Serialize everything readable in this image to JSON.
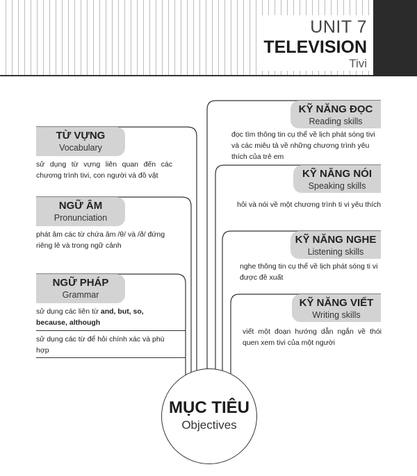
{
  "header": {
    "unit": "UNIT 7",
    "title": "TELEVISION",
    "subtitle": "Tivi"
  },
  "center": {
    "vn": "MỤC TIÊU",
    "en": "Objectives"
  },
  "left": [
    {
      "vn": "TỪ VỰNG",
      "en": "Vocabulary",
      "desc": "sử dụng từ vựng liên quan đến các chương trình tivi, con người và đồ vật"
    },
    {
      "vn": "NGỮ ÂM",
      "en": "Pronunciation",
      "desc": "phát âm các từ chứa âm /θ/ và /ð/ đứng riêng lẻ và trong ngữ cảnh"
    },
    {
      "vn": "NGỮ PHÁP",
      "en": "Grammar",
      "desc1_prefix": "sử dụng các liên từ ",
      "desc1_bold": "and, but, so, because, although",
      "desc2": "sử dụng các từ để hỏi chính xác và phù hợp"
    }
  ],
  "right": [
    {
      "vn": "KỸ NĂNG ĐỌC",
      "en": "Reading skills",
      "desc": "đọc tìm thông tin cụ thể về lịch phát sóng tivi và các miêu tả về những chương trình yêu thích của trẻ em"
    },
    {
      "vn": "KỸ NĂNG NÓI",
      "en": "Speaking skills",
      "desc": "hỏi và nói về một chương trình ti vi yêu thích"
    },
    {
      "vn": "KỸ NĂNG NGHE",
      "en": "Listening skills",
      "desc": "nghe thông tin cụ thể về lịch phát sóng ti vi được đề xuất"
    },
    {
      "vn": "KỸ NĂNG VIẾT",
      "en": "Writing skills",
      "desc": "viết một đoạn hướng dẫn ngắn về thói quen xem tivi của một người"
    }
  ]
}
